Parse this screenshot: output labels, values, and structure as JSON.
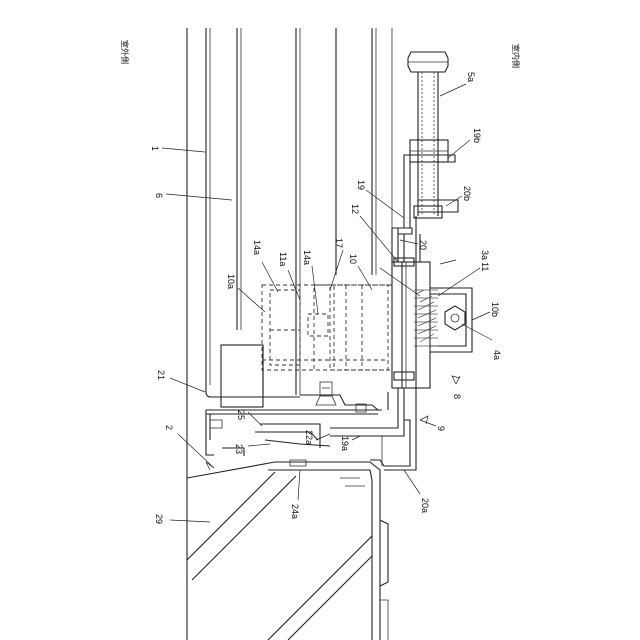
{
  "directions": {
    "outdoor": "室外側",
    "indoor": "室内側"
  },
  "labels": {
    "n1": "1",
    "n2": "2",
    "n3a": "3a",
    "n4a": "4a",
    "n5a": "5a",
    "n6": "6",
    "n8": "8",
    "n9": "9",
    "n10": "10",
    "n10a": "10a",
    "n10b": "10b",
    "n11": "11",
    "n11a": "11a",
    "n12": "12",
    "n14a_1": "14a",
    "n14a_2": "14a",
    "n17": "17",
    "n19": "19",
    "n19a": "19a",
    "n19b": "19b",
    "n20": "20",
    "n20a": "20a",
    "n20b": "20b",
    "n21": "21",
    "n22a": "22a",
    "n23": "23",
    "n24a": "24a",
    "n25": "25",
    "n29": "29"
  }
}
